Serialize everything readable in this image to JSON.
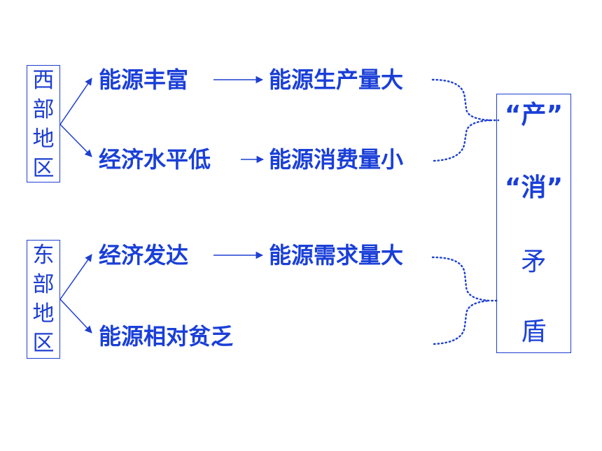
{
  "west": {
    "region_chars": [
      "西",
      "部",
      "地",
      "区"
    ],
    "cause_1": "能源丰富",
    "effect_1": "能源生产量大",
    "cause_2": "经济水平低",
    "effect_2": "能源消费量小"
  },
  "east": {
    "region_chars": [
      "东",
      "部",
      "地",
      "区"
    ],
    "cause_1": "经济发达",
    "effect_1": "能源需求量大",
    "cause_2": "能源相对贫乏"
  },
  "result": {
    "line_1": "“产”",
    "line_2": "“消”",
    "line_3": "矛",
    "line_4": "盾"
  },
  "colors": {
    "primary": "#1a3fd8",
    "border": "#1d3fd1"
  }
}
